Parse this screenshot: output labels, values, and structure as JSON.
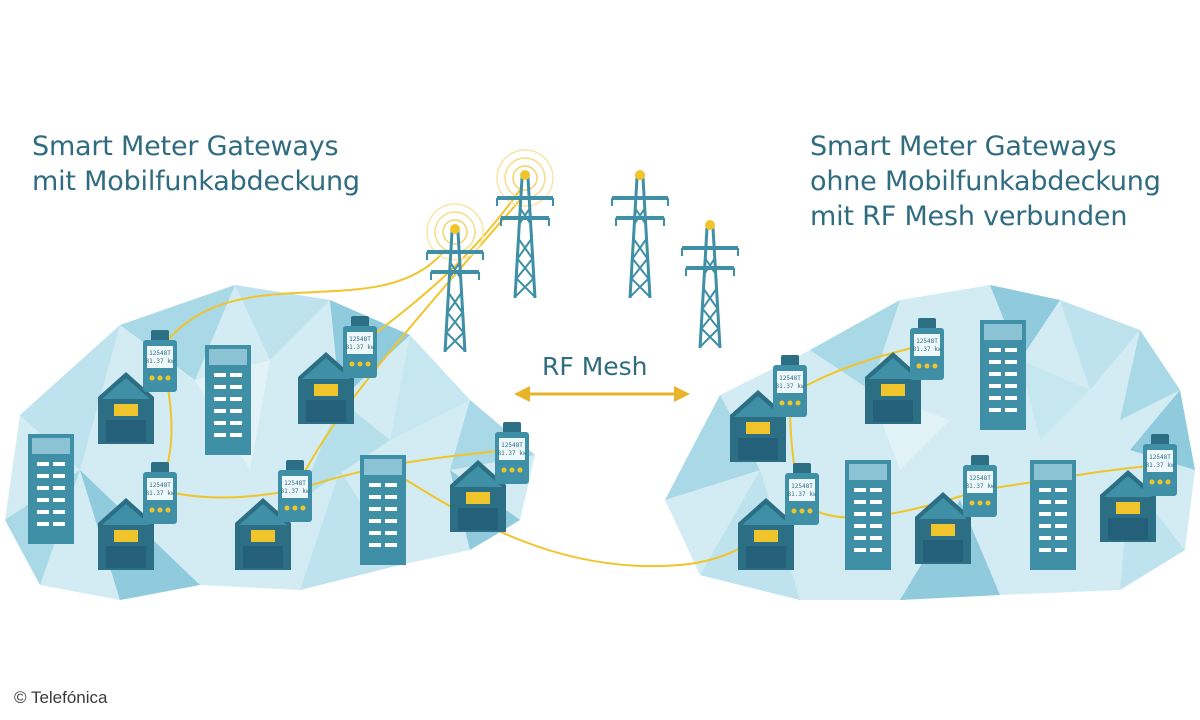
{
  "left_caption": [
    "Smart Meter Gateways",
    "mit Mobilfunkabdeckung"
  ],
  "right_caption": [
    "Smart Meter Gateways",
    "ohne Mobilfunkabdeckung",
    "mit RF Mesh verbunden"
  ],
  "rf_mesh": "RF Mesh",
  "credit": "© Telefónica",
  "meter_reading": [
    "12548T",
    "81.37 kw"
  ],
  "colors": {
    "text": "#2f6c80",
    "device": "#3f8fa6",
    "device_dark": "#2c6f85",
    "mesh_light": "#d3ecf3",
    "mesh_mid": "#a9d8e6",
    "connection": "#f0c52b"
  }
}
